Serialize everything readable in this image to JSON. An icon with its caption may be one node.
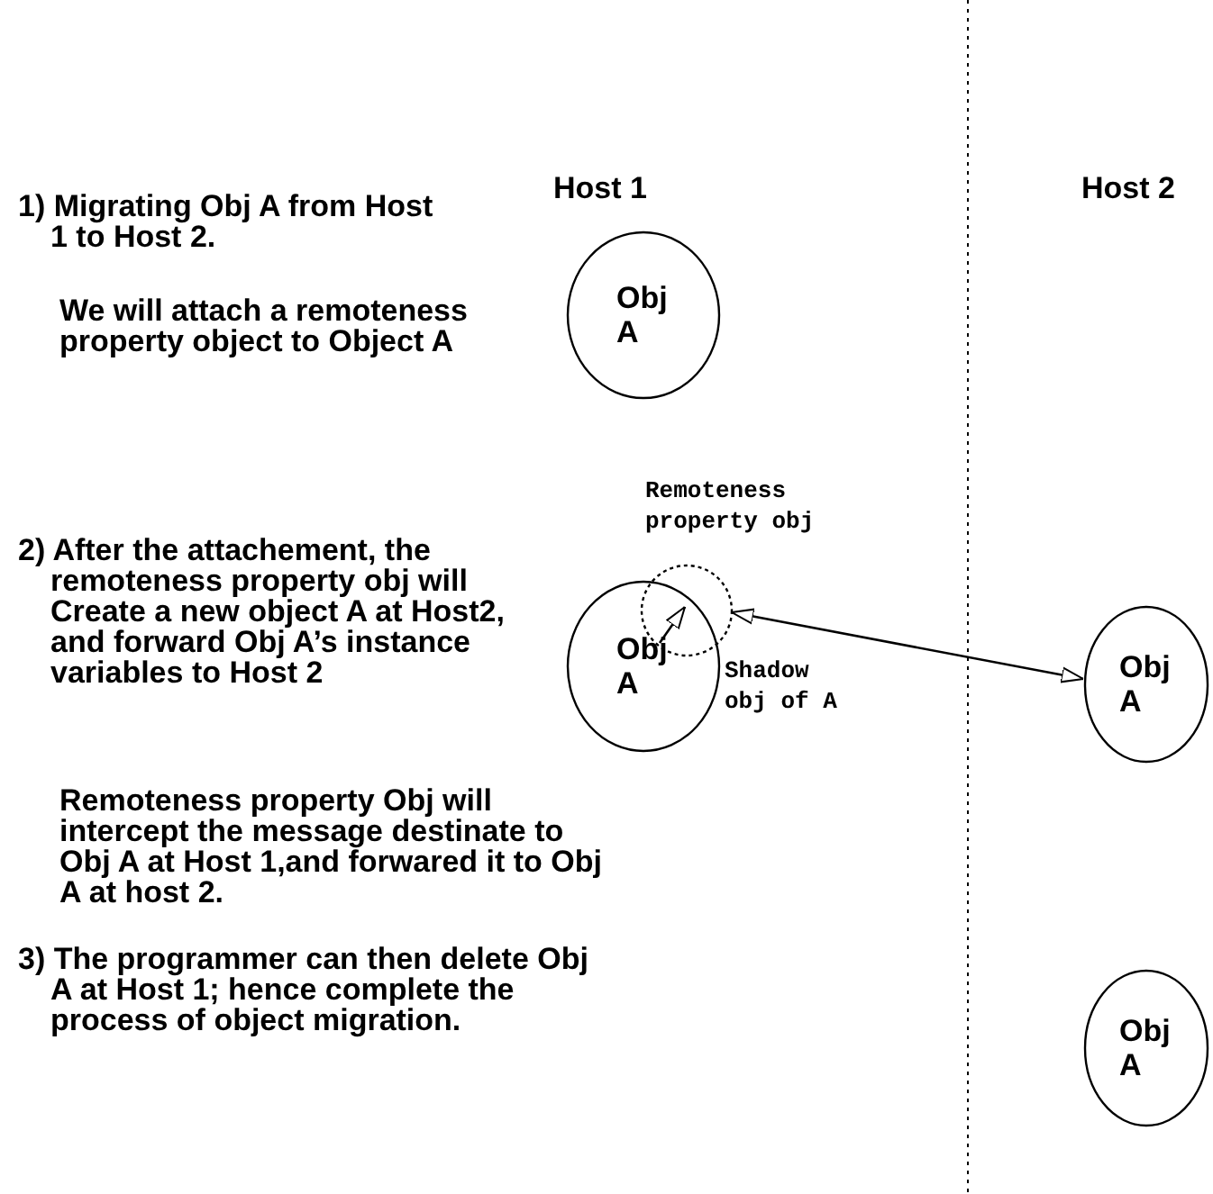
{
  "diagram": {
    "nodes": [
      {
        "text": [
          "Obj A"
        ]
      },
      {
        "text": [
          "Obj A"
        ]
      },
      {
        "text": [],
        "shape": "circle",
        "beside": [
          "Remoteness property obj"
        ]
      },
      {
        "text": [
          "Obj A"
        ]
      },
      {
        "text": [
          "Obj A"
        ]
      }
    ],
    "edges": [
      {
        "from": 1,
        "to": 2,
        "arrow": "to"
      },
      {
        "from": 2,
        "to": 3,
        "arrow": "both"
      }
    ],
    "labels": [
      "Host 1",
      "Host 2",
      "1) Migrating Obj A from Host 1 to Host 2.",
      "We will attach a remoteness property object to Object A",
      "2) After the attachement, the remoteness property obj will Create a new object A at Host2, and forward Obj A’s instance variables to Host 2",
      "Remoteness property Obj will intercept the message destinate to Obj A at Host 1,and forwared it to Obj A at host 2.",
      "3) The programmer can then delete Obj A at Host 1; hence complete the process of object migration.",
      "Shadow obj of A"
    ]
  }
}
